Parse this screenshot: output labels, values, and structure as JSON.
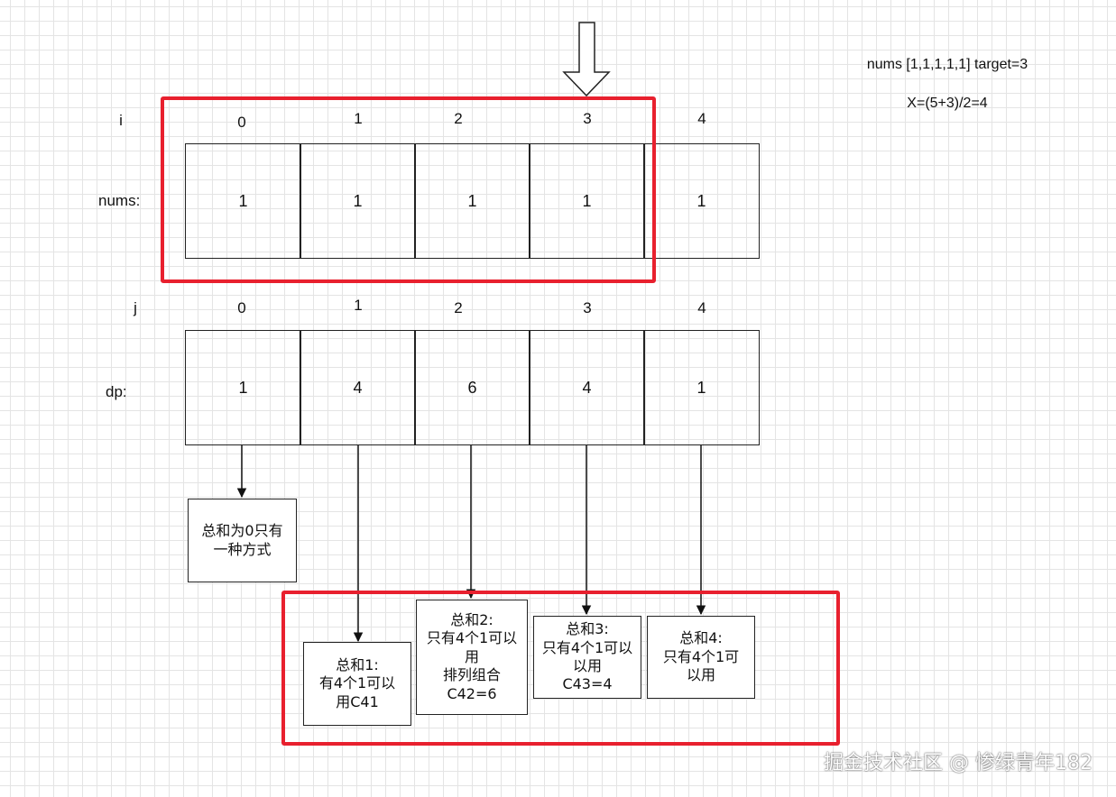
{
  "info": {
    "line1": "nums [1,1,1,1,1] target=3",
    "line2": "X=(5+3)/2=4"
  },
  "row_labels": {
    "i": "i",
    "nums": "nums:",
    "j": "j",
    "dp": "dp:"
  },
  "i_indices": [
    "0",
    "1",
    "2",
    "3",
    "4"
  ],
  "nums_values": [
    "1",
    "1",
    "1",
    "1",
    "1"
  ],
  "j_indices": [
    "0",
    "1",
    "2",
    "3",
    "4"
  ],
  "dp_values": [
    "1",
    "4",
    "6",
    "4",
    "1"
  ],
  "notes": [
    "总和为0只有\n一种方式",
    "总和1:\n有4个1可以\n用C41",
    "总和2:\n只有4个1可以\n用\n排列组合\nC42=6",
    "总和3:\n只有4个1可以\n以用\nC43=4",
    "总和4:\n只有4个1可\n以用"
  ],
  "colors": {
    "highlight": "#e8202e",
    "stroke": "#222222",
    "grid": "#e4e4e4"
  },
  "watermark": "掘金技术社区 @ 惨绿青年182"
}
